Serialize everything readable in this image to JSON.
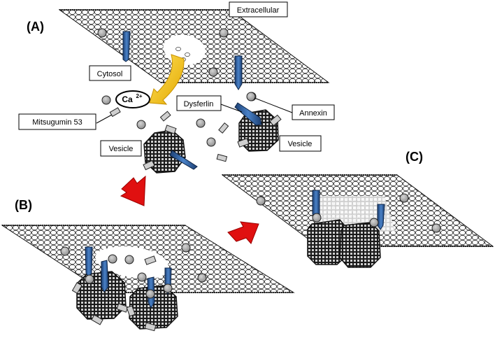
{
  "panels": {
    "a": "(A)",
    "b": "(B)",
    "c": "(C)"
  },
  "labels": {
    "extracellular": "Extracellular",
    "cytosol": "Cytosol",
    "mitsugumin": "Mitsugumin 53",
    "dysferlin": "Dysferlin",
    "annexin": "Annexin",
    "vesicle_left": "Vesicle",
    "vesicle_right": "Vesicle"
  },
  "calcium": {
    "symbol": "Ca",
    "charge": "2+"
  },
  "colors": {
    "dysferlin": "#2f5f9e",
    "arrow_calcium": "#f5c400",
    "arrow_step": "#e01010",
    "annexin_dot": "#a8a8a8",
    "vesicle": "#1a1a1a",
    "membrane_bead": "#ffffff",
    "mg53_block": "#cfcfcf"
  }
}
